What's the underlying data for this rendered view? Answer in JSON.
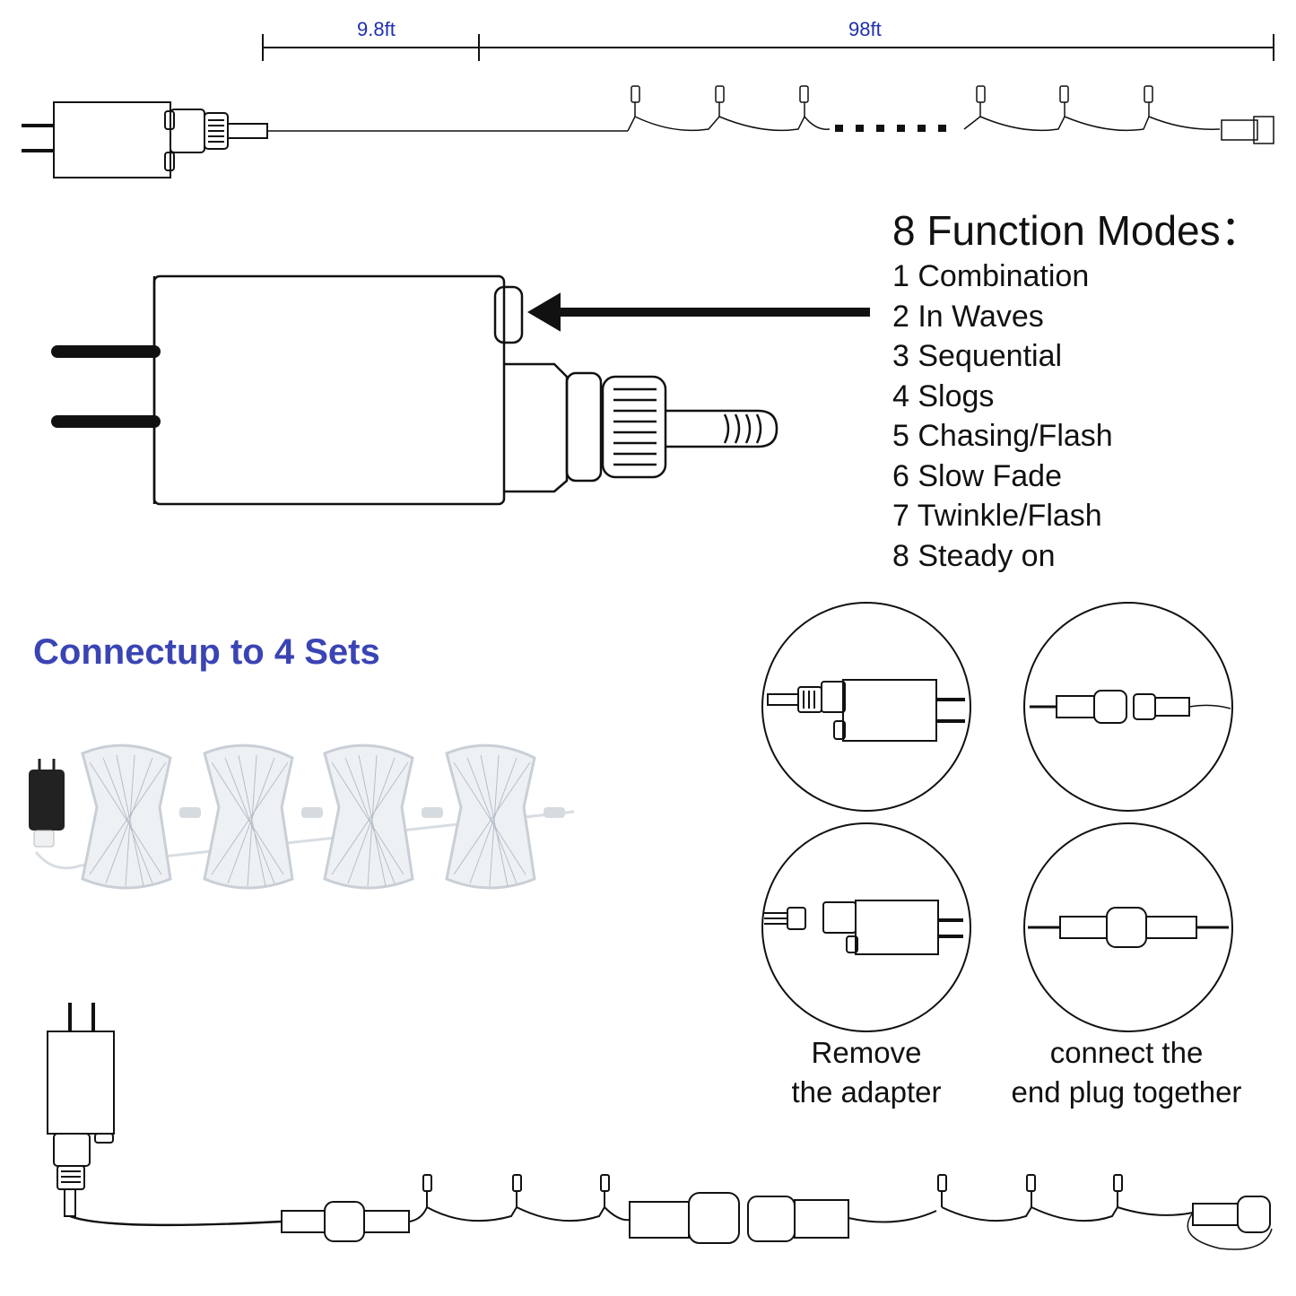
{
  "dimensions": {
    "adapter_cable_length": "9.8ft",
    "light_string_length": "98ft"
  },
  "modes": {
    "title": "8 Function Modes：",
    "items": [
      "1 Combination",
      "2 In Waves",
      "3 Sequential",
      "4 Slogs",
      "5 Chasing/Flash",
      "6 Slow Fade",
      "7 Twinkle/Flash",
      "8 Steady on"
    ]
  },
  "connect": {
    "title": "Connectup to 4 Sets"
  },
  "steps": {
    "remove_line1": "Remove",
    "remove_line2": "the adapter",
    "connect_line1": "connect the",
    "connect_line2": "end plug together"
  },
  "colors": {
    "label_blue": "#1f2fb0",
    "title_blue": "#3a44b4",
    "line": "#111111"
  }
}
